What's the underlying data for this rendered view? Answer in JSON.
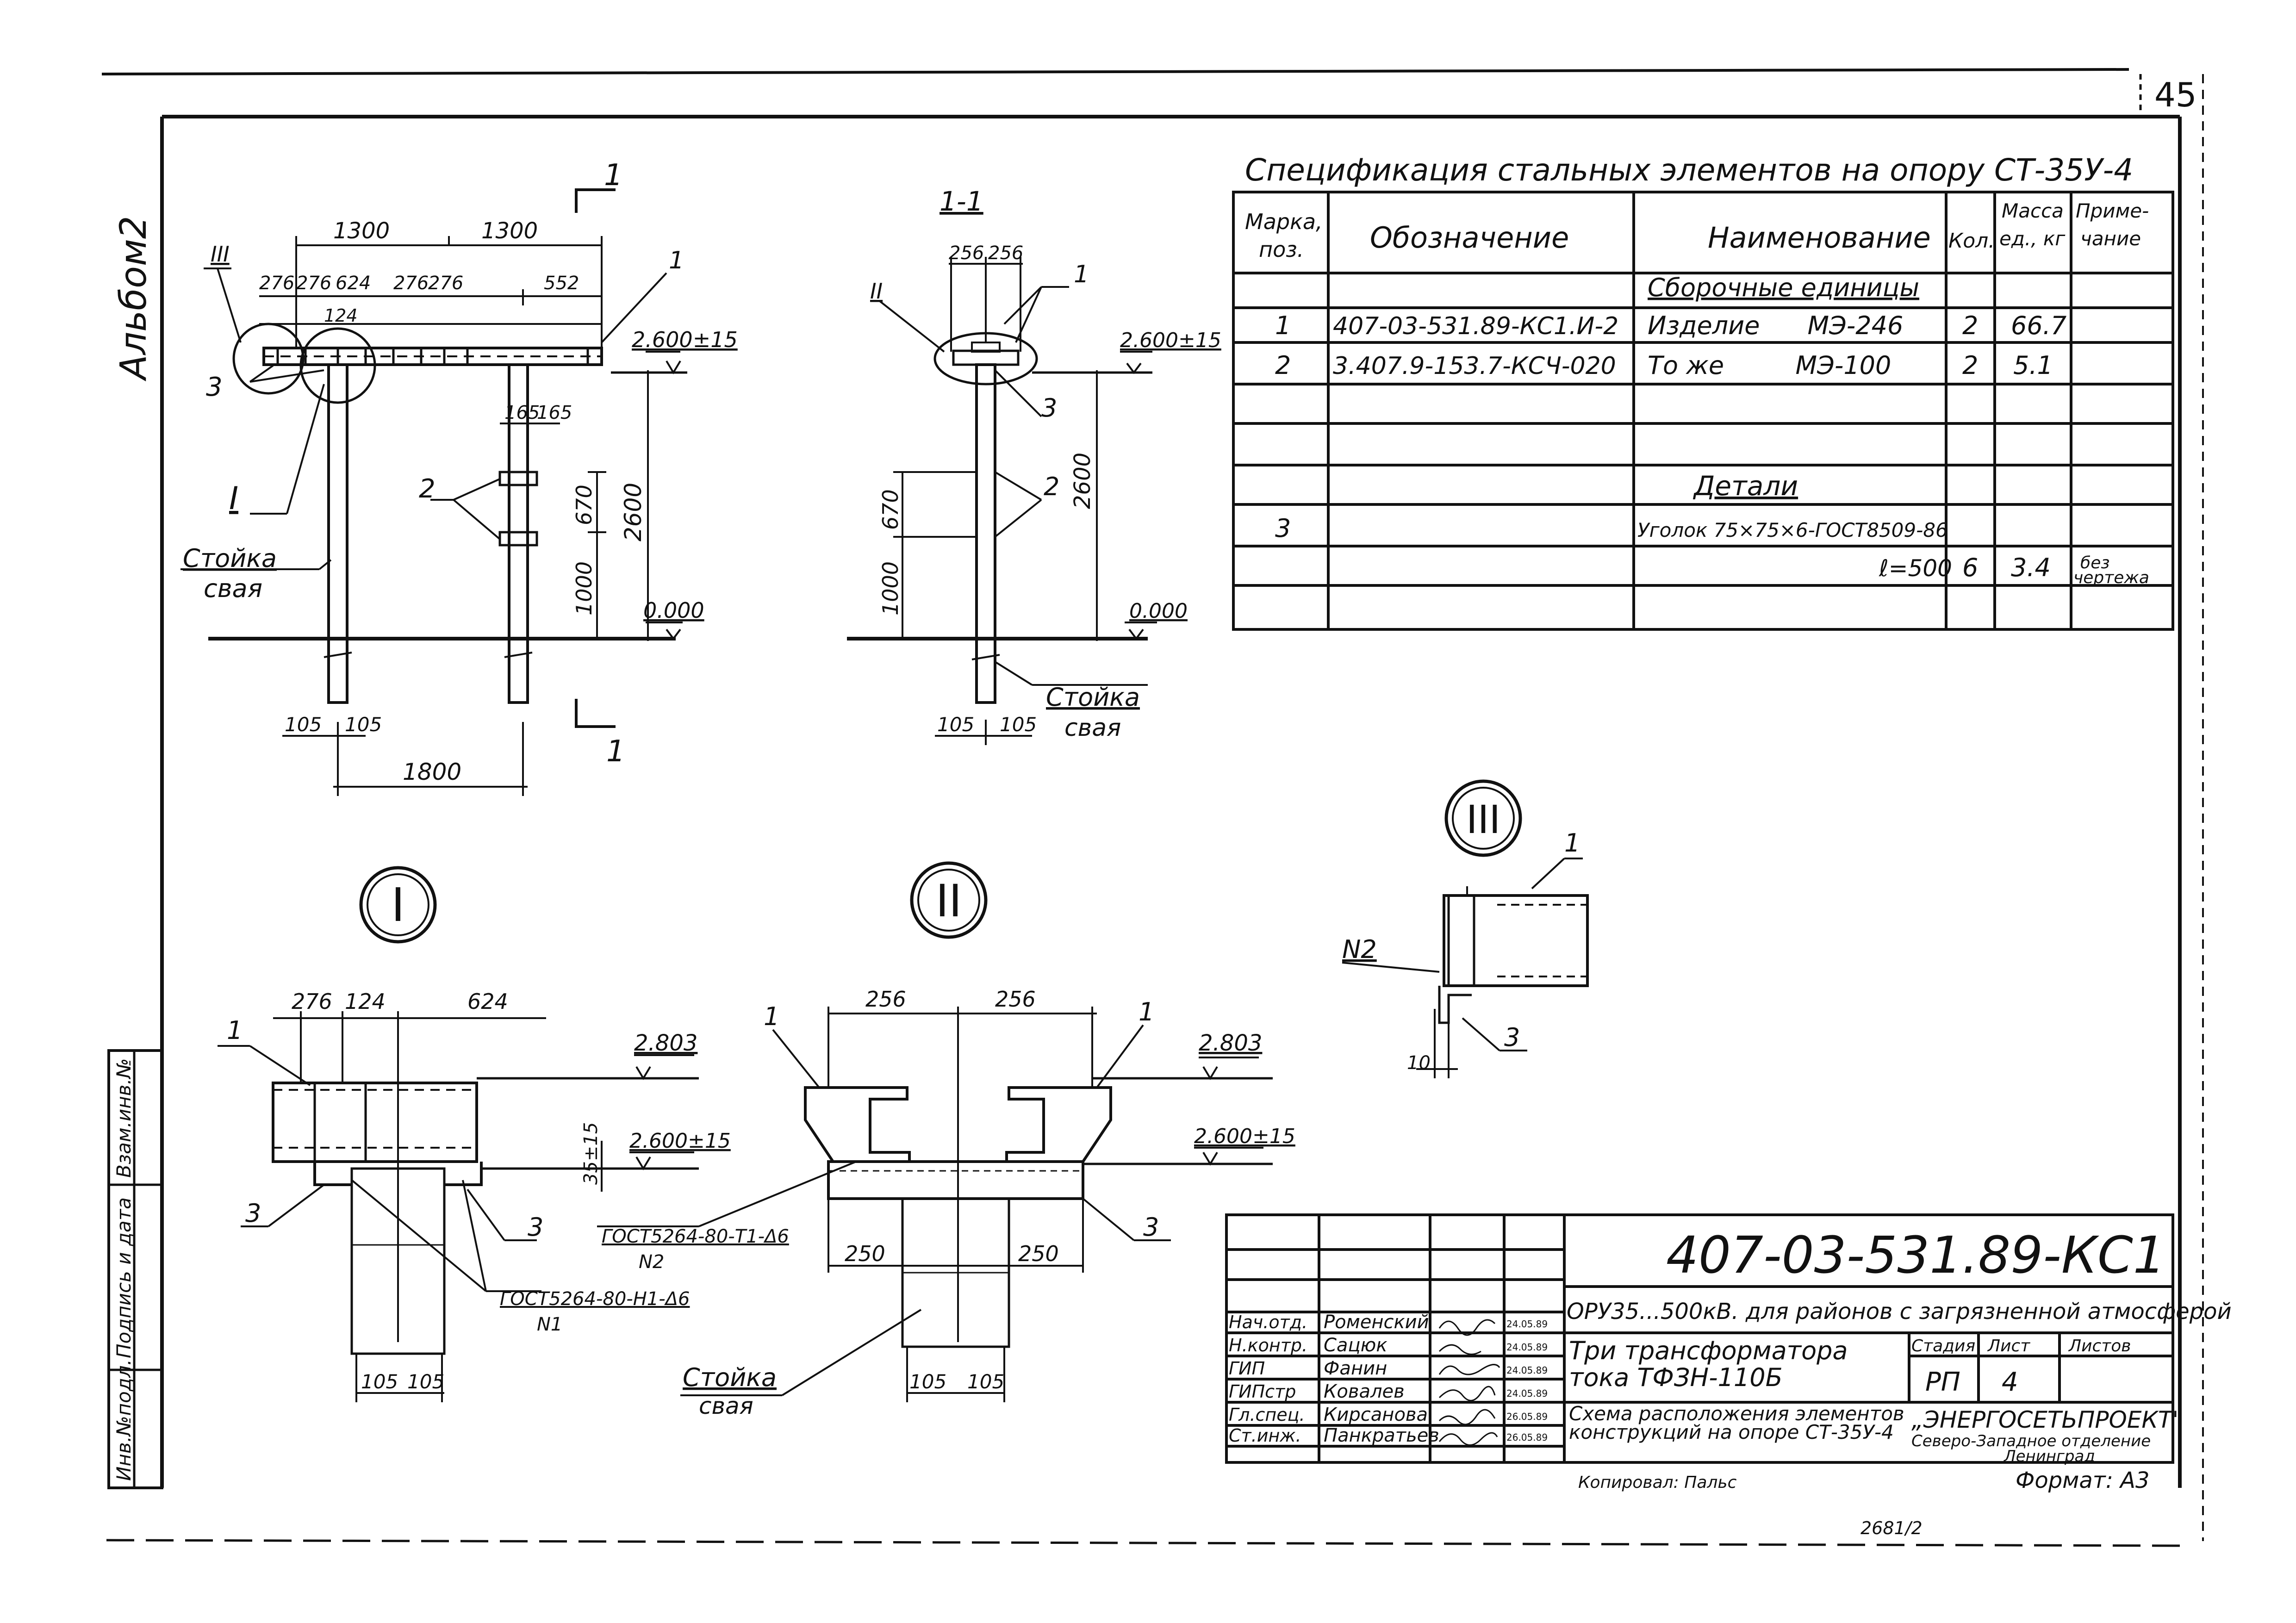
{
  "sheet": {
    "page_number": "45",
    "album_label": "Альбом2",
    "copy_note": "Копировал: Пальс",
    "format_label": "Формат: А3",
    "bottom_number": "2681/2"
  },
  "side_stamp": {
    "cells": [
      "Взам.инв.№",
      "Подпись и дата",
      "Инв.№подл."
    ]
  },
  "spec": {
    "title": "Спецификация стальных элементов на опору СТ-35У-4",
    "headers": [
      "Марка, поз.",
      "Обозначение",
      "Наименование",
      "Кол.",
      "Масса ед., кг",
      "Приме- чание"
    ],
    "rows": [
      [
        "",
        "",
        "Сборочные единицы",
        "",
        "",
        ""
      ],
      [
        "1",
        "407-03-531.89-КС1.И-2",
        "Изделие      МЭ-246",
        "2",
        "66.7",
        ""
      ],
      [
        "2",
        "3.407.9-153.7-КСЧ-020",
        "То же         МЭ-100",
        "2",
        "5.1",
        ""
      ],
      [
        "",
        "",
        "",
        "",
        "",
        ""
      ],
      [
        "",
        "",
        "",
        "",
        "",
        ""
      ],
      [
        "",
        "",
        "Детали",
        "",
        "",
        ""
      ],
      [
        "3",
        "",
        "Уголок 75×75×6-ГОСТ8509-86",
        "",
        "",
        ""
      ],
      [
        "",
        "",
        "ℓ=500",
        "6",
        "3.4",
        "без чертежа"
      ],
      [
        "",
        "",
        "",
        "",
        "",
        ""
      ]
    ]
  },
  "view_main": {
    "dims_top": [
      "1300",
      "1300"
    ],
    "dims_sub": [
      "276",
      "276",
      "624",
      "276",
      "276",
      "552"
    ],
    "dim_124": "124",
    "dims_165": [
      "165",
      "165"
    ],
    "elev_top": "2.600±15",
    "elev_zero": "0.000",
    "dim_2600": "2600",
    "dim_670": "670",
    "dim_1000": "1000",
    "dims_105": [
      "105",
      "105"
    ],
    "dim_1800": "1800",
    "callouts": [
      "1",
      "2",
      "3"
    ],
    "label_pile": [
      "Стойка",
      "свая"
    ],
    "roman": [
      "I",
      "III"
    ],
    "section_mark": "1"
  },
  "view_section": {
    "title": "1-1",
    "dims_256": [
      "256",
      "256"
    ],
    "elev_top": "2.600±15",
    "elev_zero": "0.000",
    "dim_2600": "2600",
    "dim_670": "670",
    "dim_1000": "1000",
    "dims_105": [
      "105",
      "105"
    ],
    "callouts": [
      "1",
      "2",
      "3"
    ],
    "label_pile": [
      "Стойка",
      "свая"
    ],
    "roman": "II"
  },
  "node_I": {
    "roman": "I",
    "dims_top": [
      "276",
      "124",
      "624"
    ],
    "elev_top": "2.803",
    "elev_mid": "2.600±15",
    "dim_35": "35±15",
    "weld": [
      "ГОСТ5264-80-Н1-Δ6",
      "N1"
    ],
    "dims_105": [
      "105",
      "105"
    ],
    "callouts": [
      "1",
      "3",
      "3"
    ]
  },
  "node_II": {
    "roman": "II",
    "dims_top": [
      "256",
      "256"
    ],
    "elev_top": "2.803",
    "elev_mid": "2.600±15",
    "weld": [
      "ГОСТ5264-80-Т1-Δ6",
      "N2"
    ],
    "dims_250": [
      "250",
      "250"
    ],
    "dims_105": [
      "105",
      "105"
    ],
    "label_pile": [
      "Стойка",
      "свая"
    ],
    "callouts": [
      "1",
      "1",
      "3"
    ]
  },
  "node_III": {
    "roman": "III",
    "weld": "N2",
    "dim_10": "10",
    "callouts": [
      "1",
      "3"
    ]
  },
  "title_block": {
    "code": "407-03-531.89-КС1",
    "project": "ОРУ35...500кВ. для районов с загрязненной атмосферой",
    "roles": [
      "Нач.отд.",
      "Н.контр.",
      "ГИП",
      "ГИПстр",
      "Гл.спец.",
      "Ст.инж."
    ],
    "names": [
      "Роменский",
      "Сацюк",
      "Фанин",
      "Ковалев",
      "Кирсанова",
      "Панкратьев"
    ],
    "dates": [
      "24.05.89",
      "24.05.89",
      "24.05.89",
      "24.05.89",
      "26.05.89",
      "26.05.89"
    ],
    "drawing_title_1": "Три трансформатора тока ТФЗН-110Б",
    "drawing_title_2": "Схема расположения элементов конструкций на опоре СТ-35У-4",
    "stage_headers": [
      "Стадия",
      "Лист",
      "Листов"
    ],
    "stage": "РП",
    "sheet_no": "4",
    "org_name": "„ЭНЕРГОСЕТЬПРОЕКТ\"",
    "org_branch": "Северо-Западное отделение",
    "org_city": "Ленинград"
  }
}
